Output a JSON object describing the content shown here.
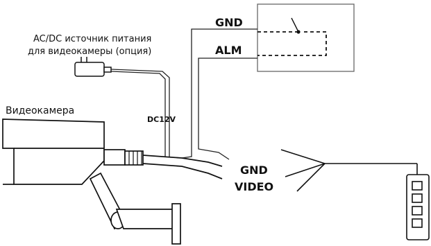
{
  "labels": {
    "power_line1": "AC/DC источник питания",
    "power_line2": "для видеокамеры (опция)",
    "camera": "Видеокамера",
    "dc12v": "DC12V",
    "gnd_top": "GND",
    "alm": "ALM",
    "gnd_bottom": "GND",
    "video": "VIDEO"
  }
}
